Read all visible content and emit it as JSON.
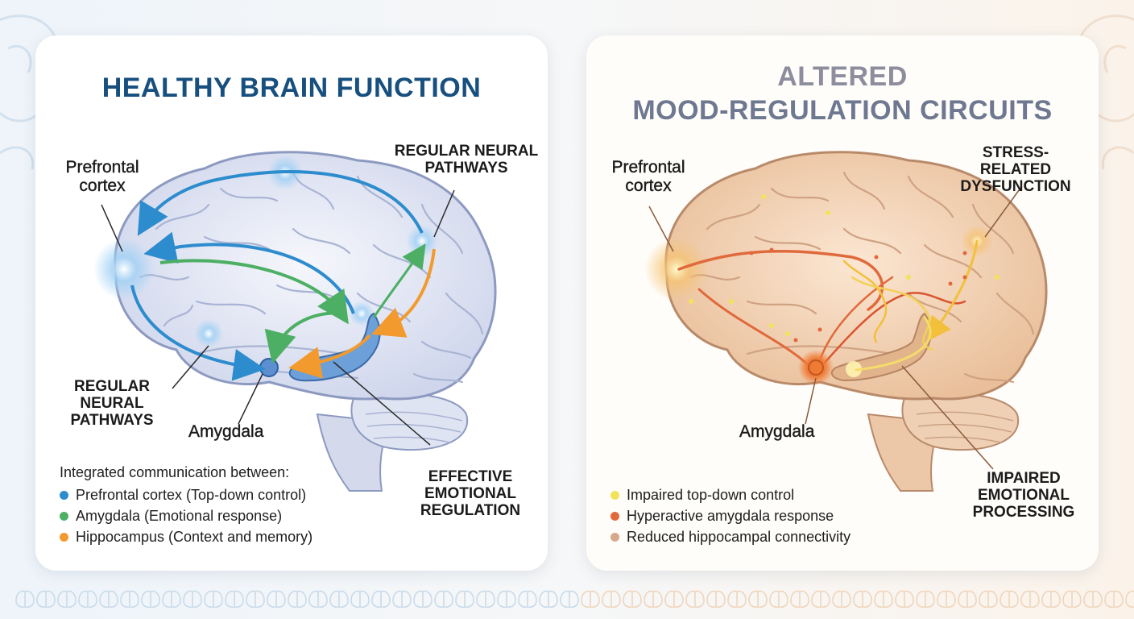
{
  "colors": {
    "healthy_blue": "#2d8ccd",
    "healthy_green": "#4caf63",
    "healthy_orange": "#f39a2e",
    "altered_yellow": "#f2e35c",
    "altered_red": "#e06a3c",
    "altered_tan": "#d6a98a",
    "left_title": "#174f7e",
    "right_title": "#7a8092"
  },
  "left_panel": {
    "title": "HEALTHY BRAIN FUNCTION",
    "labels": {
      "prefrontal_line1": "Prefrontal",
      "prefrontal_line2": "cortex",
      "pathways_top_line1": "REGULAR NEURAL",
      "pathways_top_line2": "PATHWAYS",
      "pathways_left_line1": "REGULAR",
      "pathways_left_line2": "NEURAL",
      "pathways_left_line3": "PATHWAYS",
      "amygdala": "Amygdala",
      "effective_line1": "EFFECTIVE",
      "effective_line2": "EMOTIONAL",
      "effective_line3": "REGULATION"
    },
    "legend_intro": "Integrated communication between:",
    "legend": [
      {
        "label": "Prefrontal cortex (Top-down control)",
        "color": "#2d8ccd",
        "icon": "blue-dot-icon"
      },
      {
        "label": "Amygdala (Emotional response)",
        "color": "#4caf63",
        "icon": "green-dot-icon"
      },
      {
        "label": "Hippocampus (Context and memory)",
        "color": "#f39a2e",
        "icon": "orange-dot-icon"
      }
    ]
  },
  "right_panel": {
    "title_line1": "ALTERED",
    "title_line2": "MOOD-REGULATION CIRCUITS",
    "labels": {
      "prefrontal_line1": "Prefrontal",
      "prefrontal_line2": "cortex",
      "stress_line1": "STRESS-RELATED",
      "stress_line2": "DYSFUNCTION",
      "amygdala": "Amygdala",
      "impaired_line1": "IMPAIRED",
      "impaired_line2": "EMOTIONAL",
      "impaired_line3": "PROCESSING"
    },
    "legend": [
      {
        "label": "Impaired top-down control",
        "color": "#f2e35c",
        "icon": "yellow-dot-icon"
      },
      {
        "label": "Hyperactive amygdala response",
        "color": "#e06a3c",
        "icon": "red-dot-icon"
      },
      {
        "label": "Reduced hippocampal connectivity",
        "color": "#d6a98a",
        "icon": "tan-dot-icon"
      }
    ]
  }
}
